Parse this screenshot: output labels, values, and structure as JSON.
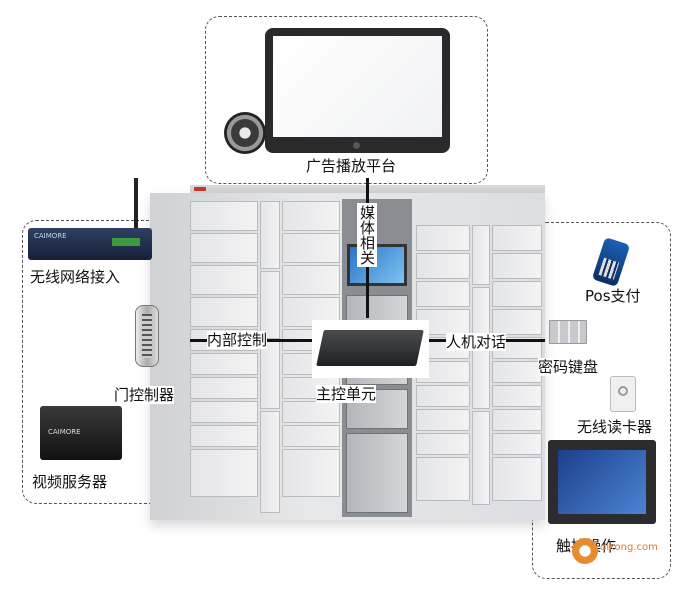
{
  "labels": {
    "ad_platform": "广告播放平台",
    "media": "媒体相关",
    "wireless_net": "无线网络接入",
    "internal_control": "内部控制",
    "door_controller": "门控制器",
    "video_server": "视频服务器",
    "main_unit": "主控单元",
    "hmi": "人机对话",
    "pos_pay": "Pos支付",
    "keypad": "密码键盘",
    "card_reader": "无线读卡器",
    "touch_op": "触控操作"
  },
  "watermark": {
    "site": "dikong.com"
  },
  "icons": [
    "monitor-icon",
    "speaker-icon",
    "router-icon",
    "db-connector-icon",
    "video-server-icon",
    "main-controller-icon",
    "pos-terminal-icon",
    "keypad-icon",
    "card-reader-icon",
    "touch-panel-icon",
    "locker-cabinet-icon"
  ],
  "colors": {
    "dashed_border": "#555555",
    "connector_line": "#111111",
    "cabinet": "#e4e5e7",
    "screen_blue": "#2b74c7",
    "watermark_orange": "#e07a2a"
  }
}
